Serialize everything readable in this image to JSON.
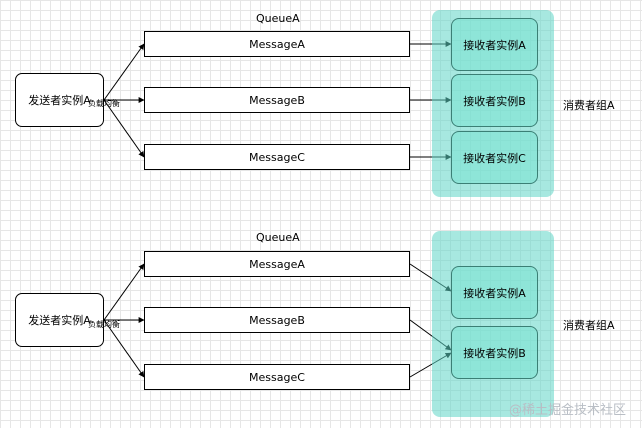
{
  "top": {
    "queue_label": "QueueA",
    "sender_label": "发送者实例A",
    "lb_label": "负载均衡",
    "messages": [
      "MessageA",
      "MessageB",
      "MessageC"
    ],
    "receivers": [
      "接收者实例A",
      "接收者实例B",
      "接收者实例C"
    ],
    "group_label": "消费者组A"
  },
  "bottom": {
    "queue_label": "QueueA",
    "sender_label": "发送者实例A",
    "lb_label": "负载均衡",
    "messages": [
      "MessageA",
      "MessageB",
      "MessageC"
    ],
    "receivers": [
      "接收者实例A",
      "接收者实例B"
    ],
    "group_label": "消费者组A"
  },
  "watermark": "@稀土掘金技术社区",
  "colors": {
    "group_fill": "#5fd6c6",
    "receiver_border": "#3b7f75",
    "stroke": "#000000"
  }
}
